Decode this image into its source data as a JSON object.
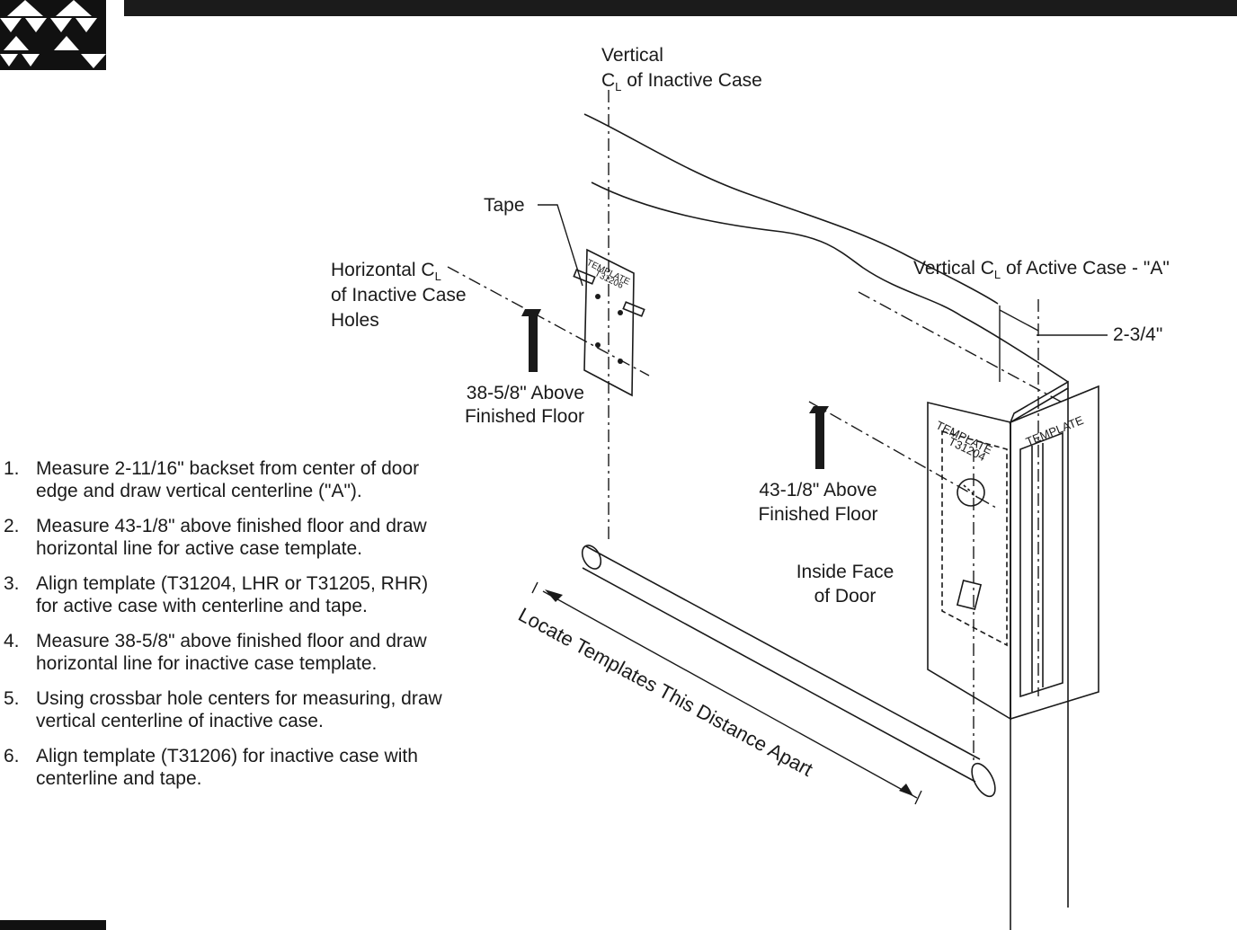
{
  "header": {
    "bar_color": "#1b1b1b"
  },
  "logo": {
    "icon": "triangles-logo-icon"
  },
  "labels": {
    "vertical_inactive_1": "Vertical",
    "vertical_inactive_2": "of Inactive Case",
    "tape": "Tape",
    "horizontal_1": "Horizontal",
    "horizontal_2": "of Inactive Case",
    "horizontal_3": "Holes",
    "inactive_height_1": "38-5/8\" Above",
    "inactive_height_2": "Finished Floor",
    "vertical_active_1": "Vertical",
    "vertical_active_2": "of Active Case - \"A\"",
    "dimension": "2-3/4\"",
    "active_height_1": "43-1/8\" Above",
    "active_height_2": "Finished Floor",
    "inside_face_1": "Inside Face",
    "inside_face_2": "of Door",
    "distance": "Locate Templates This Distance Apart",
    "centerline_symbol": "C",
    "centerline_sub": "L"
  },
  "templates": {
    "inactive_1": "TEMPLATE",
    "inactive_2": "T31206",
    "active_1": "TEMPLATE",
    "active_2": "T31204",
    "edge": "TEMPLATE"
  },
  "steps": [
    {
      "num": "1.",
      "text": "Measure 2-11/16\" backset from center of door\nedge and draw vertical centerline (\"A\")."
    },
    {
      "num": "2.",
      "text": "Measure 43-1/8\" above finished floor and draw\nhorizontal line for active case template."
    },
    {
      "num": "3.",
      "text": "Align template (T31204, LHR or T31205, RHR)\nfor active case with centerline and tape."
    },
    {
      "num": "4.",
      "text": "Measure 38-5/8\" above finished floor and draw\nhorizontal line for inactive case template."
    },
    {
      "num": "5.",
      "text": "Using crossbar hole centers for measuring, draw\nvertical centerline of inactive case."
    },
    {
      "num": "6.",
      "text": "Align template (T31206) for inactive case with\ncenterline and tape."
    }
  ]
}
